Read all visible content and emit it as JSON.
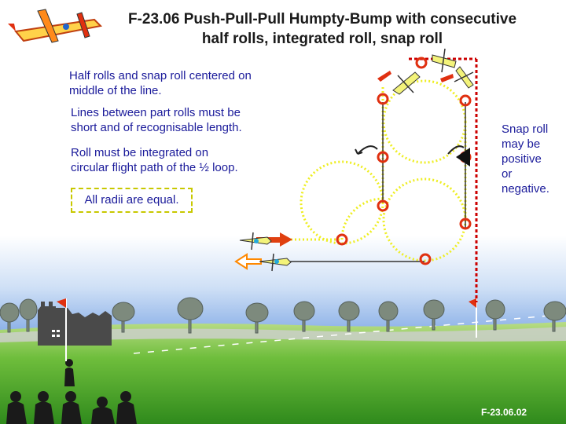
{
  "figure": {
    "code": "F-23.06",
    "title_line1": "F-23.06 Push-Pull-Pull Humpty-Bump with consecutive",
    "title_line2": "half rolls, integrated roll, snap roll",
    "notes": [
      "Half rolls and snap roll centered on",
      "middle of the line.",
      "Lines between part rolls must be",
      "short and of recognisable length.",
      "Roll must be integrated on",
      "circular flight path of the ½ loop."
    ],
    "boxed_note": "All radii are equal.",
    "side_note": [
      "Snap roll",
      "may be",
      "positive",
      "or",
      "negative."
    ],
    "footer_code": "F-23.06.02"
  },
  "colors": {
    "flight_path": "#eeee22",
    "marker": "#e03010",
    "entry_arrow": "#e04010",
    "center_line": "#cc0000",
    "sky_top": "#8fb3e8",
    "grass": "#5fae2f",
    "text": "#1a1a9a"
  }
}
